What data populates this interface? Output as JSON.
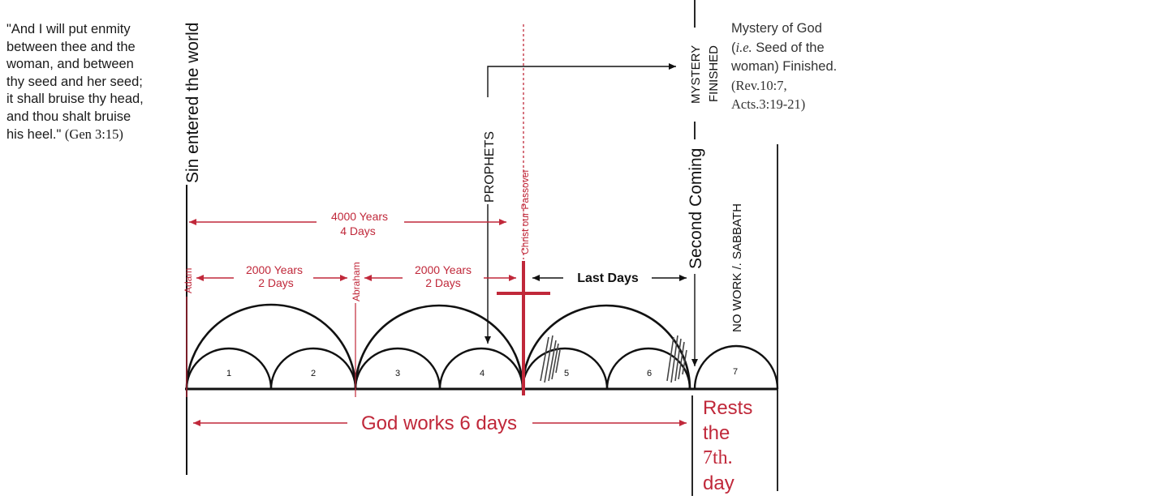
{
  "quote": {
    "text": "\"And I will put enmity\n between thee and the\n woman, and between\nthy seed and her seed;\nit shall bruise thy head,\n and thou shalt bruise\nhis heel.\"",
    "reference": "(Gen 3:15)"
  },
  "mystery": {
    "line1": "Mystery of God",
    "ie": "i.e.",
    "line2_rest": " Seed of the",
    "line3": "woman) Finished.",
    "line4": "(Rev.10:7,",
    "line5": "Acts.3:19-21)"
  },
  "labels": {
    "sin_entered": "Sin entered the world",
    "adam": "Adam",
    "abraham": "Abraham",
    "christ": "Christ our Passover",
    "prophets": "PROPHETS",
    "second_coming": "Second Coming",
    "mystery_finished_1": "MYSTERY",
    "mystery_finished_2": "FINISHED",
    "no_work": "NO WORK /. SABBATH",
    "last_days": "Last Days",
    "span_4000_years": "4000 Years",
    "span_4000_days": "4 Days",
    "span1_years": "2000 Years",
    "span1_days": "2 Days",
    "span2_years": "2000 Years",
    "span2_days": "2 Days",
    "god_works": "God works 6 days"
  },
  "rests": {
    "line1": "Rests",
    "line2": "the",
    "line3": "7th.",
    "line4": "day"
  },
  "days": [
    "1",
    "2",
    "3",
    "4",
    "5",
    "6",
    "7"
  ],
  "colors": {
    "red": "#c0283a",
    "black": "#111111",
    "gray": "#333333"
  }
}
